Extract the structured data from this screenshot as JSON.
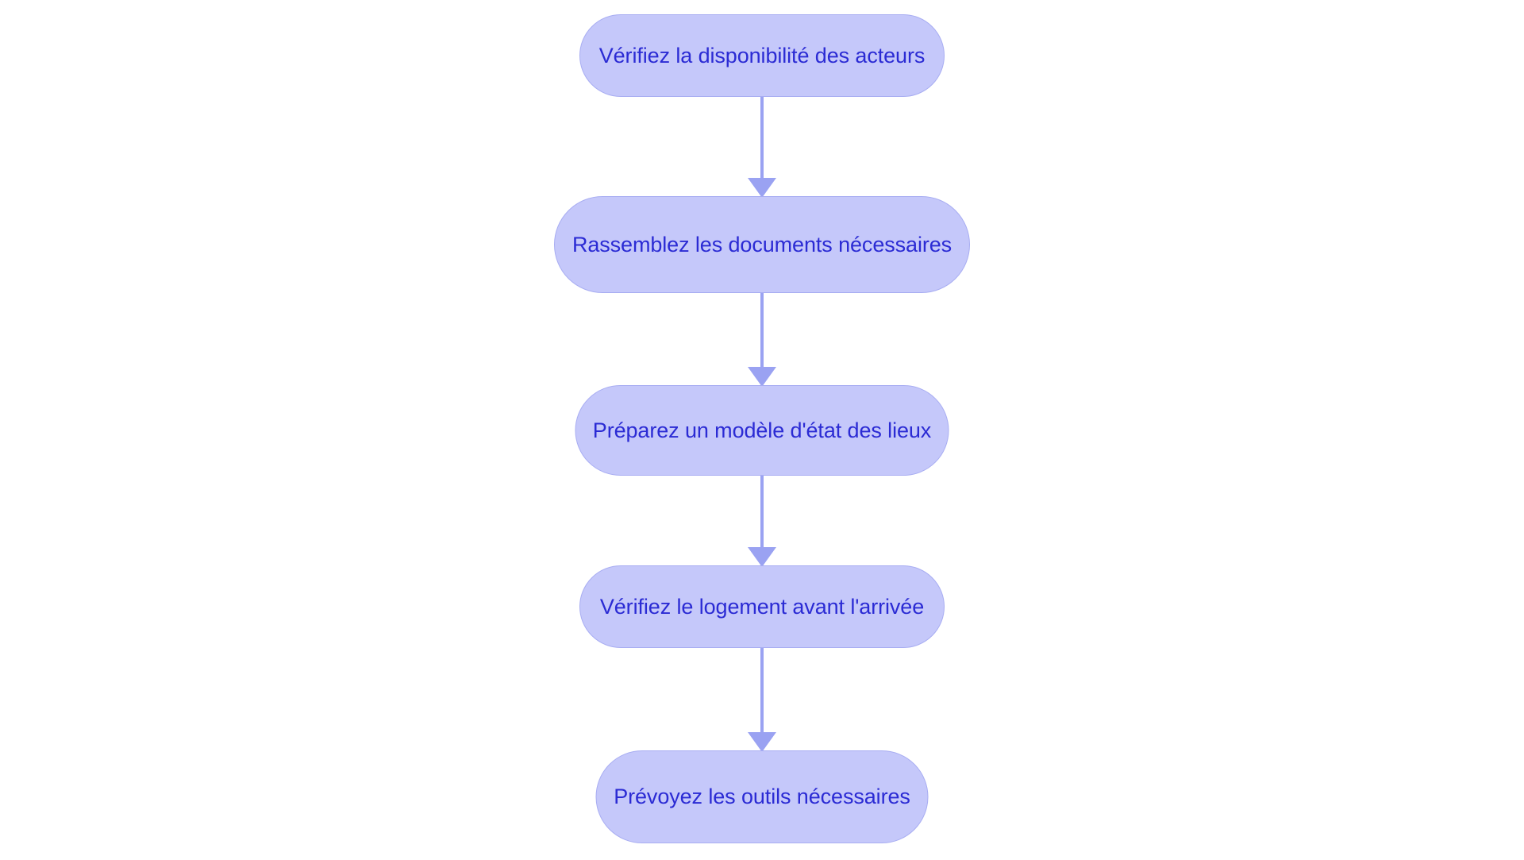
{
  "diagram": {
    "type": "flowchart",
    "orientation": "top-to-bottom",
    "title": "",
    "background_color": "#ffffff",
    "node_fill_color": "#c5c8fa",
    "node_border_color": "#a8adf2",
    "node_text_color": "#2b2bd4",
    "connector_color": "#9aa2f2",
    "node_shape": "stadium",
    "nodes": [
      {
        "id": "n0",
        "label": "Vérifiez la disponibilité des acteurs"
      },
      {
        "id": "n1",
        "label": "Rassemblez les documents nécessaires"
      },
      {
        "id": "n2",
        "label": "Préparez un modèle d'état des lieux"
      },
      {
        "id": "n3",
        "label": "Vérifiez le logement avant l'arrivée"
      },
      {
        "id": "n4",
        "label": "Prévoyez les outils nécessaires"
      }
    ],
    "edges": [
      {
        "id": "e0",
        "from": "n0",
        "to": "n1",
        "label": "",
        "arrow": "down"
      },
      {
        "id": "e1",
        "from": "n1",
        "to": "n2",
        "label": "",
        "arrow": "down"
      },
      {
        "id": "e2",
        "from": "n2",
        "to": "n3",
        "label": "",
        "arrow": "down"
      },
      {
        "id": "e3",
        "from": "n3",
        "to": "n4",
        "label": "",
        "arrow": "down"
      }
    ]
  }
}
